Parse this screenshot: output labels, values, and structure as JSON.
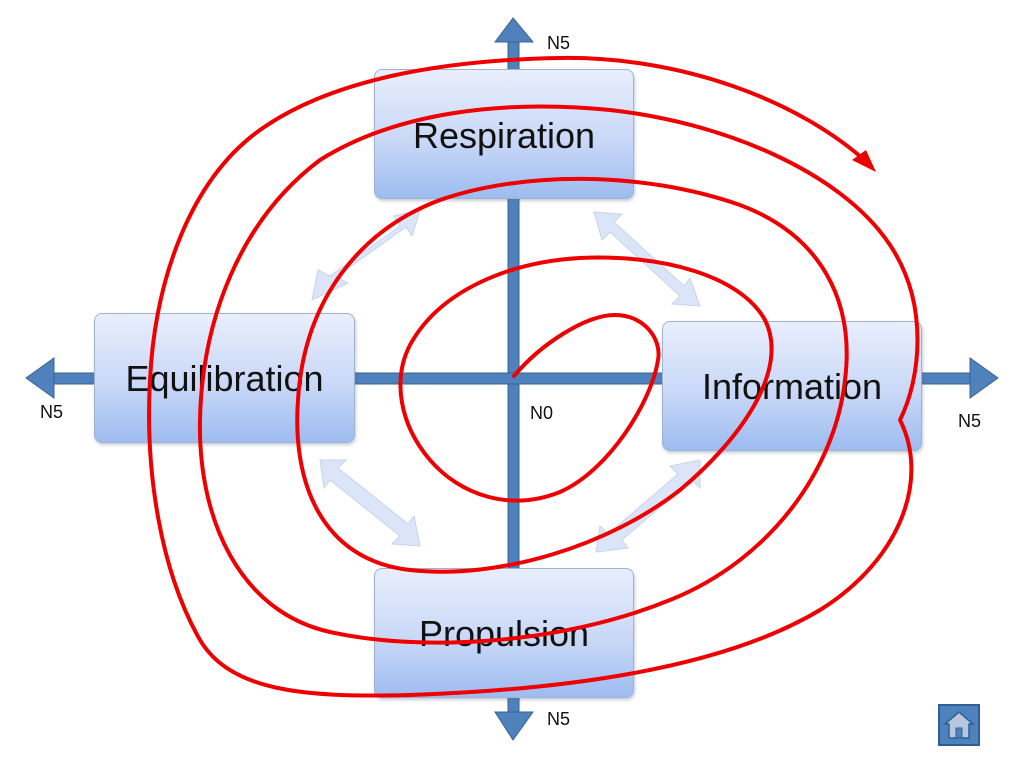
{
  "nodes": {
    "top": "Respiration",
    "left": "Equilibration",
    "right": "Information",
    "bottom": "Propulsion"
  },
  "axis_labels": {
    "top": "N5",
    "left": "N5",
    "right": "N5",
    "bottom": "N5",
    "center": "N0"
  },
  "colors": {
    "axis": "#4f81bd",
    "axis_dark": "#3a6491",
    "spiral": "#ee0000",
    "cycle_arrow": "#dbe5f7",
    "box_border": "#9fb3cc"
  },
  "icons": {
    "home": "home-icon"
  }
}
